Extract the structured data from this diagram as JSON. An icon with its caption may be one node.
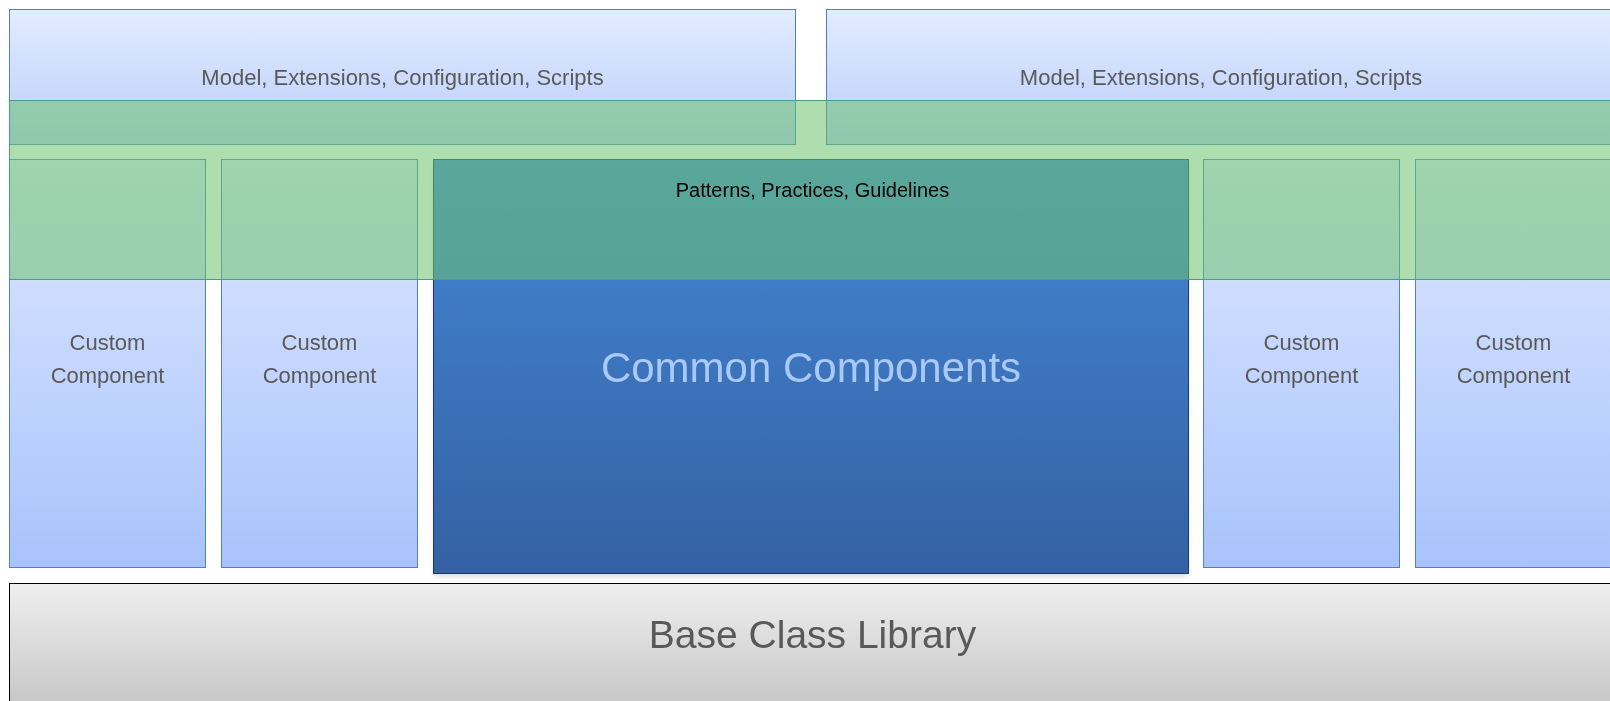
{
  "diagram": {
    "nodes": [
      {
        "text": [
          "Model, Extensions, Configuration, Scripts"
        ]
      },
      {
        "text": [
          "Model, Extensions, Configuration, Scripts"
        ]
      },
      {
        "text": [
          "Patterns, Practices, Guidelines"
        ]
      },
      {
        "text": [
          "Custom Component"
        ]
      },
      {
        "text": [
          "Custom Component"
        ]
      },
      {
        "text": [
          "Common Components"
        ]
      },
      {
        "text": [
          "Custom Component"
        ]
      },
      {
        "text": [
          "Custom Component"
        ]
      },
      {
        "text": [
          "Base Class Library"
        ]
      }
    ]
  }
}
